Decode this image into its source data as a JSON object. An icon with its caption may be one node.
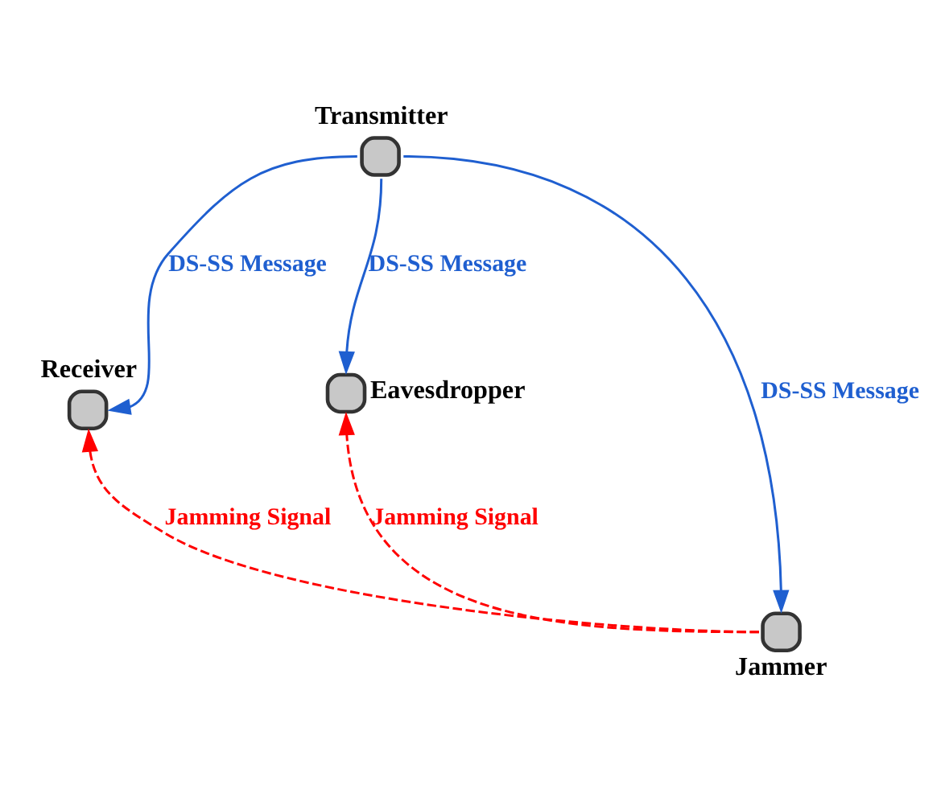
{
  "diagram": {
    "nodes": [
      {
        "text": [
          "Transmitter"
        ]
      },
      {
        "text": [
          "Receiver"
        ]
      },
      {
        "text": [
          "Eavesdropper"
        ]
      },
      {
        "text": [
          "Jammer"
        ]
      }
    ],
    "edges": [
      {
        "from": 0,
        "to": 1,
        "arrow": "to",
        "label": "DS-SS Message"
      },
      {
        "from": 0,
        "to": 2,
        "arrow": "to",
        "label": "DS-SS Message"
      },
      {
        "from": 0,
        "to": 3,
        "arrow": "to",
        "label": "DS-SS Message"
      },
      {
        "from": 3,
        "to": 2,
        "arrow": "to",
        "label": "Jamming Signal",
        "style": "dashed",
        "color": "#ff0000"
      },
      {
        "from": 3,
        "to": 1,
        "arrow": "to",
        "label": "Jamming Signal",
        "style": "dashed",
        "color": "#ff0000"
      }
    ]
  }
}
